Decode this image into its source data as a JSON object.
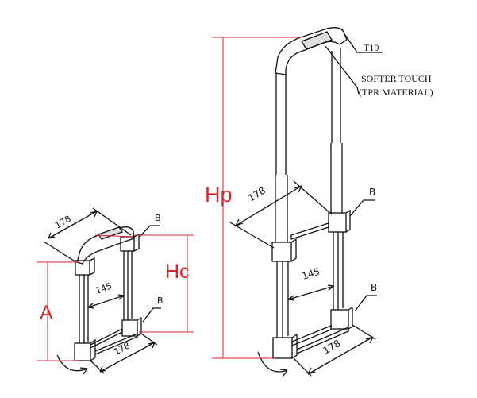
{
  "labels": {
    "hp": "Hp",
    "hc": "Hc",
    "a": "A",
    "t19": "T19",
    "material_line1": "SOFTER TOUCH",
    "material_line2": "(TPR MATERIAL)",
    "small_top_width": "178",
    "small_inner_width": "145",
    "small_bottom_depth": "178",
    "small_top_callout": "B",
    "small_bottom_callout": "B",
    "large_depth": "178",
    "large_inner_width": "145",
    "large_bottom_depth": "178",
    "large_upper_callout": "B",
    "large_lower_callout": "B"
  },
  "colors": {
    "dimension_red": "#d8262e",
    "line_black": "#111111",
    "background": "#ffffff"
  }
}
